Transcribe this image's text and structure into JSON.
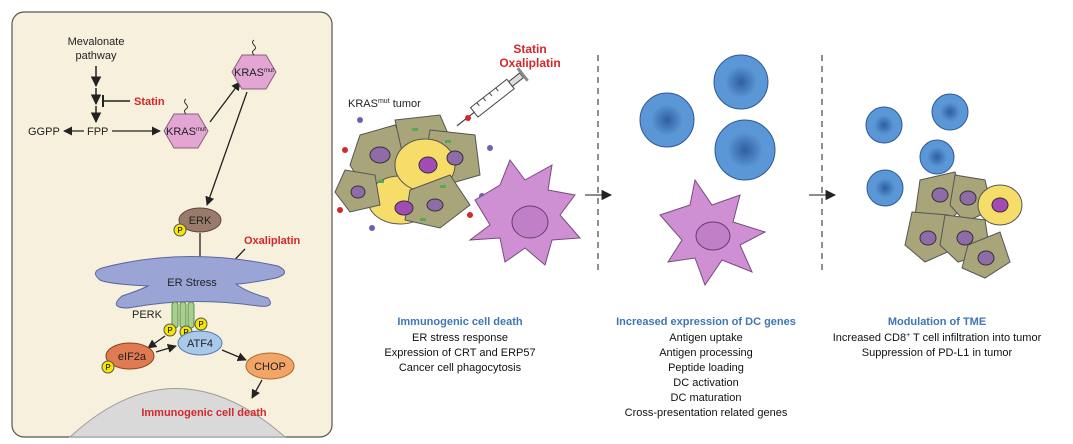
{
  "pathway": {
    "mevalonate_line1": "Mevalonate",
    "mevalonate_line2": "pathway",
    "statin": "Statin",
    "ggpp": "GGPP",
    "fpp": "FPP",
    "kras_base": "KRAS",
    "kras_sup": "mut",
    "erk": "ERK",
    "p": "P",
    "oxaliplatin": "Oxaliplatin",
    "er_stress": "ER Stress",
    "perk": "PERK",
    "eif2a": "eIF2a",
    "atf4": "ATF4",
    "chop": "CHOP",
    "icd": "Immunogenic cell death"
  },
  "drugs": {
    "line1": "Statin",
    "line2": "Oxaliplatin"
  },
  "tumor_label": {
    "base": "KRAS",
    "sup": "mut",
    "suffix": " tumor"
  },
  "panels": [
    {
      "title": "Immunogenic cell death",
      "items": [
        "ER stress response",
        "Expression of CRT and ERP57",
        "Cancer cell phagocytosis"
      ]
    },
    {
      "title": "Increased expression of DC genes",
      "items": [
        "Antigen uptake",
        "Antigen processing",
        "Peptide loading",
        "DC activation",
        "DC maturation",
        "Cross-presentation related genes"
      ]
    },
    {
      "title": "Modulation of TME",
      "items_rich": [
        {
          "pre": "Increased CD8",
          "sup": "+",
          "post": " T cell infiltration into tumor"
        },
        {
          "pre": "Suppression of PD-L1 in tumor",
          "sup": "",
          "post": ""
        }
      ]
    }
  ],
  "colors": {
    "panel_bg": "#f7f0dc",
    "nucleus": "#d9d9d9",
    "kras": "#e3a6d3",
    "erk": "#9a7a6b",
    "er": "#9aa5d6",
    "perk": "#a8d08d",
    "eif2a": "#e07a50",
    "atf4": "#a9c8ea",
    "chop": "#f2a566",
    "phospho": "#f4e600",
    "drug_red": "#d3272b",
    "heading_blue": "#3f76b5",
    "t_cell": "#4a86c8",
    "dc": "#cf8fd3",
    "tumor_green": "#a8a57a",
    "tumor_yellow": "#f6dd69"
  }
}
